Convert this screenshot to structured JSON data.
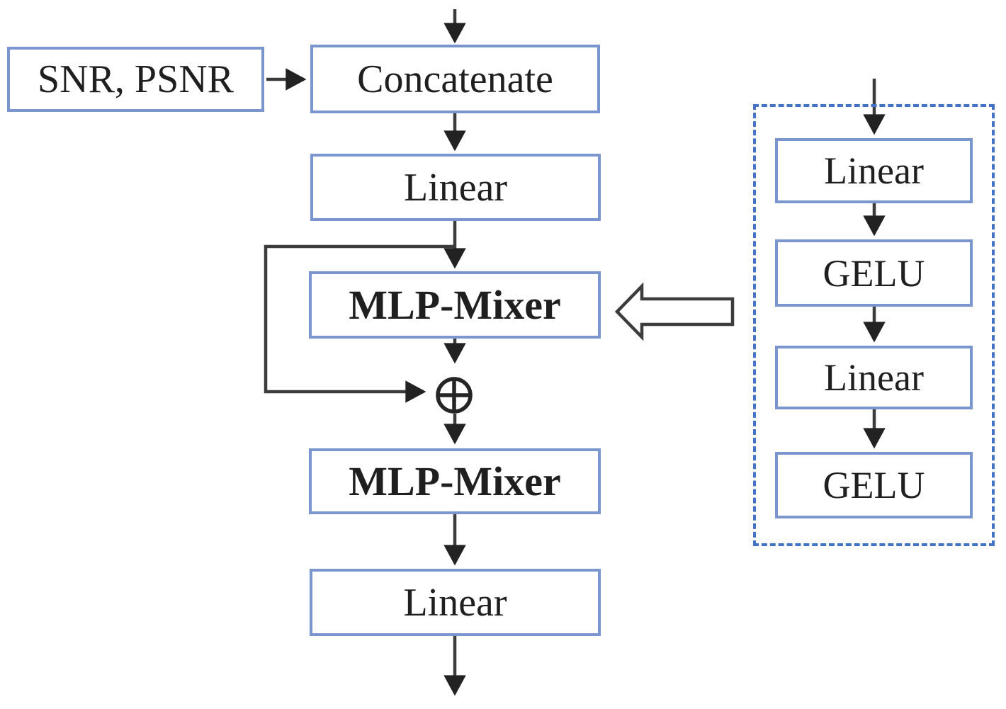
{
  "colors": {
    "box_border": "#7b96ce",
    "dashed_border": "#4472c4",
    "line_color": "#3c3c3c",
    "text_color": "#1f1f1f",
    "background": "#ffffff"
  },
  "main_flow": {
    "snr_psnr": "SNR, PSNR",
    "concatenate": "Concatenate",
    "linear_top": "Linear",
    "mlp_mixer_top": "MLP-Mixer",
    "mlp_mixer_bottom": "MLP-Mixer",
    "linear_bottom": "Linear"
  },
  "mlp_mixer_detail": {
    "linear_first": "Linear",
    "gelu_first": "GELU",
    "linear_second": "Linear",
    "gelu_second": "GELU"
  },
  "icons": {
    "sum": "⊕",
    "expansion_arrow": "hollow left-pointing block arrow",
    "flow_arrow": "solid black arrow"
  },
  "edges": [
    {
      "from": "input",
      "to": "concatenate"
    },
    {
      "from": "snr_psnr",
      "to": "concatenate"
    },
    {
      "from": "concatenate",
      "to": "linear_top"
    },
    {
      "from": "linear_top",
      "to": "mlp_mixer_top"
    },
    {
      "from": "linear_top",
      "to": "sum",
      "type": "skip-connection"
    },
    {
      "from": "mlp_mixer_top",
      "to": "sum"
    },
    {
      "from": "sum",
      "to": "mlp_mixer_bottom"
    },
    {
      "from": "mlp_mixer_bottom",
      "to": "linear_bottom"
    },
    {
      "from": "linear_bottom",
      "to": "output"
    },
    {
      "from": "detail_input",
      "to": "linear_first"
    },
    {
      "from": "linear_first",
      "to": "gelu_first"
    },
    {
      "from": "gelu_first",
      "to": "linear_second"
    },
    {
      "from": "linear_second",
      "to": "gelu_second"
    },
    {
      "from": "mlp_mixer_detail_panel",
      "to": "mlp_mixer_top",
      "type": "expansion"
    }
  ]
}
